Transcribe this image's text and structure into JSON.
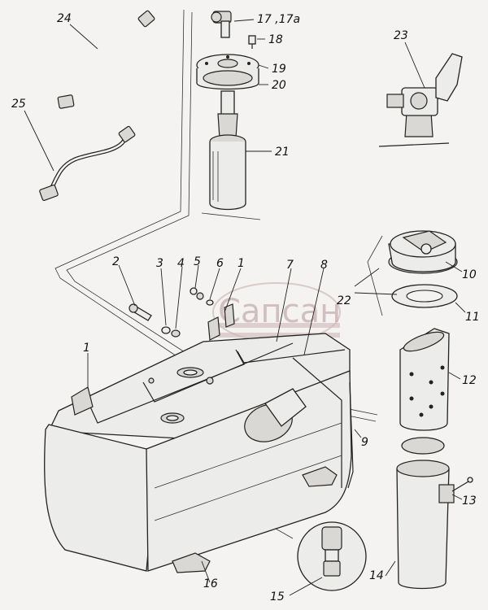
{
  "labels": {
    "l1a": "1",
    "l1b": "1",
    "l2": "2",
    "l3": "3",
    "l4": "4",
    "l5": "5",
    "l6": "6",
    "l7": "7",
    "l8": "8",
    "l9": "9",
    "l10": "10",
    "l11": "11",
    "l12": "12",
    "l13": "13",
    "l14": "14",
    "l15": "15",
    "l16": "16",
    "l17": "17 ,17а",
    "l18": "18",
    "l19": "19",
    "l20": "20",
    "l21": "21",
    "l22": "22",
    "l23": "23",
    "l24": "24",
    "l25": "25"
  },
  "watermark": "Сапсан"
}
